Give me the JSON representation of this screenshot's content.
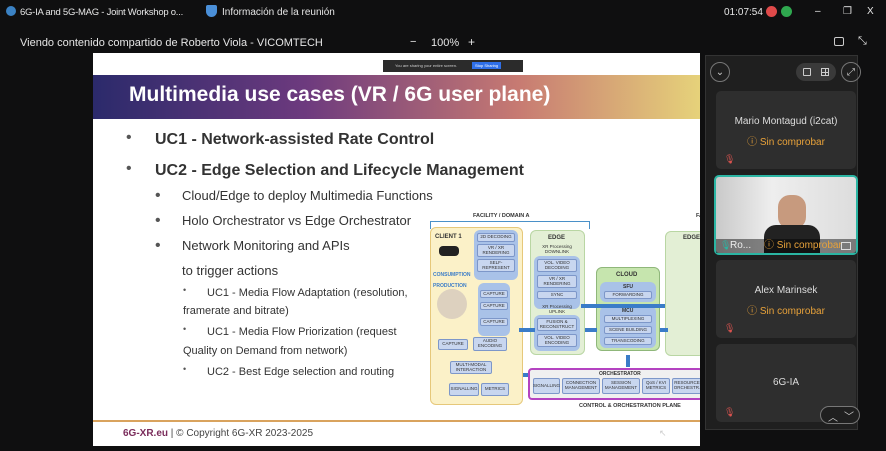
{
  "titlebar": {
    "tab1": "6G-IA and 5G-MAG - Joint Workshop o...",
    "tab2": "Información de la reunión",
    "time": "01:07:54",
    "minimize": "–",
    "restore": "❐",
    "close": "X"
  },
  "share": {
    "label": "Viendo contenido compartido de Roberto Viola - VICOMTECH",
    "zoom_out": "−",
    "zoom": "100%",
    "zoom_in": "+",
    "banner_text": "You are sharing your entire screen.",
    "banner_button": "Stop Sharing"
  },
  "slide": {
    "title": "Multimedia use cases (VR / 6G user plane)",
    "bullets": [
      "UC1 - Network-assisted Rate Control",
      "UC2 - Edge Selection and Lifecycle Management",
      "Cloud/Edge to deploy Multimedia Functions",
      "Holo Orchestrator vs Edge Orchestrator",
      "Network Monitoring and APIs",
      "to trigger actions",
      "UC1 - Media Flow Adaptation (resolution,",
      "framerate and bitrate)",
      "UC1 - Media Flow Priorization (request",
      "Quality on Demand from network)",
      "UC2 - Best Edge selection and routing"
    ],
    "footer_site": "6G-XR.eu",
    "footer_copy": "|  © Copyright 6G-XR 2023-2025",
    "diagram": {
      "facility": "FACILITY / DOMAIN A",
      "facility2": "FA",
      "client": "CLIENT 1",
      "consumption": "CONSUMPTION",
      "production": "PRODUCTION",
      "client_boxes": [
        "2D DECODING",
        "VR / XR RENDERING",
        "SELF-REPRESENT",
        "CAPTURE",
        "CAPTURE",
        "CAPTURE",
        "CAPTURE",
        "AUDIO ENCODING",
        "MULTI-MODAL INTERACTION",
        "SIGNALLING",
        "METRICS"
      ],
      "edge": "EDGE",
      "downlink": "XR Processing DOWNLINK",
      "uplink": "XR Processing UPLINK",
      "edge_boxes": [
        "VOL. VIDEO DECODING",
        "VR / XR RENDERING",
        "SYNC",
        "FUSION & RECONSTRUCT",
        "VOL. VIDEO ENCODING"
      ],
      "cloud": "CLOUD",
      "sfu": "SFU",
      "forwarding": "FORWARDING",
      "mcu": "MCU",
      "mcu_boxes": [
        "MULTIPLEXING",
        "SCENE BUILDING",
        "TRANSCODING"
      ],
      "orchestrator": "ORCHESTRATOR",
      "orch_boxes": [
        "SIGNALLING",
        "CONNECTION MANAGEMENT",
        "SESSION MANAGEMENT",
        "QoS / KVI METRICS",
        "RESOURCE ORCHESTR."
      ],
      "plane": "CONTROL & ORCHESTRATION PLANE"
    }
  },
  "participants": [
    {
      "name": "Mario Montagud (i2cat)",
      "status": "Sin comprobar"
    },
    {
      "name": "Ro...",
      "status": "Sin comprobar"
    },
    {
      "name": "Alex Marinsek",
      "status": "Sin comprobar"
    },
    {
      "name": "6G-IA",
      "status": ""
    }
  ]
}
